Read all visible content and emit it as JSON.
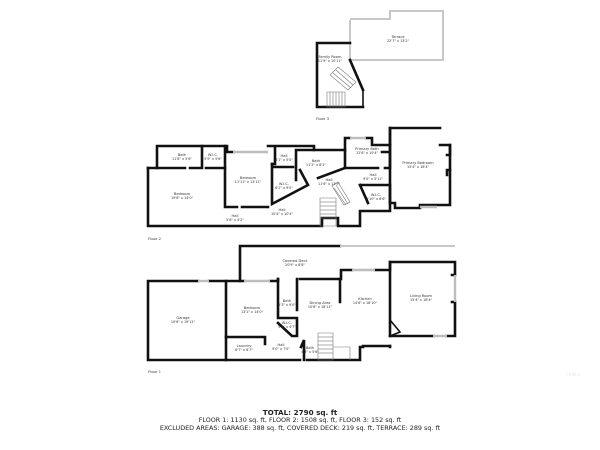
{
  "floors": [
    {
      "label": "Floor 3",
      "rooms": [
        {
          "name": "Terrace",
          "dims": "22'7\" x 13'2\""
        },
        {
          "name": "Family Room",
          "dims": "11'9\" x 10'11\""
        }
      ]
    },
    {
      "label": "Floor 2",
      "rooms": [
        {
          "name": "Bath",
          "dims": "11'8\" x 5'6\""
        },
        {
          "name": "W.I.C.",
          "dims": "5'9\" x 5'6\""
        },
        {
          "name": "Bedroom",
          "dims": "19'8\" x 14'0\""
        },
        {
          "name": "Bedroom",
          "dims": "11'11\" x 13'11\""
        },
        {
          "name": "Hall",
          "dims": "5'6\" x 4'2\""
        },
        {
          "name": "Hall",
          "dims": "4'1\" x 5'5\""
        },
        {
          "name": "W.I.C.",
          "dims": "6'2\" x 9'0\""
        },
        {
          "name": "Hall",
          "dims": "10'4\" x 10'4\""
        },
        {
          "name": "Bath",
          "dims": "11'2\" x 8'2\""
        },
        {
          "name": "Hall",
          "dims": "11'6\" x 13'9\""
        },
        {
          "name": "Primary Bath",
          "dims": "12'8\" x 10'4\""
        },
        {
          "name": "Hall",
          "dims": "9'0\" x 3'11\""
        },
        {
          "name": "W.I.C.",
          "dims": "9'10\" x 6'6\""
        },
        {
          "name": "Primary Bedroom",
          "dims": "15'4\" x 18'4\""
        }
      ]
    },
    {
      "label": "Floor 1",
      "rooms": [
        {
          "name": "Covered Deck",
          "dims": "20'9\" x 8'8\""
        },
        {
          "name": "Garage",
          "dims": "19'6\" x 19'11\""
        },
        {
          "name": "Bedroom",
          "dims": "13'1\" x 14'0\""
        },
        {
          "name": "Bath",
          "dims": "5'3\" x 9'0\""
        },
        {
          "name": "W.I.C.",
          "dims": "5'3\" x 4'7\""
        },
        {
          "name": "Laundry",
          "dims": "6'7\" x 6'7\""
        },
        {
          "name": "Hall",
          "dims": "9'0\" x 7'0\""
        },
        {
          "name": "Bath",
          "dims": "4'3\" x 5'6\""
        },
        {
          "name": "Dining Area",
          "dims": "10'6\" x 18'11\""
        },
        {
          "name": "Kitchen",
          "dims": "14'6\" x 18'10\""
        },
        {
          "name": "Living Room",
          "dims": "15'4\" x 18'4\""
        }
      ]
    }
  ],
  "summary": {
    "total": "TOTAL: 2790 sq. ft",
    "floors": "FLOOR 1: 1130 sq. ft, FLOOR 2: 1508 sq. ft, FLOOR 3: 152 sq. ft",
    "excluded": "EXCLUDED AREAS: GARAGE: 388 sq. ft, COVERED DECK: 219 sq. ft, TERRACE: 289 sq. ft"
  },
  "watermark": "CRMLS"
}
